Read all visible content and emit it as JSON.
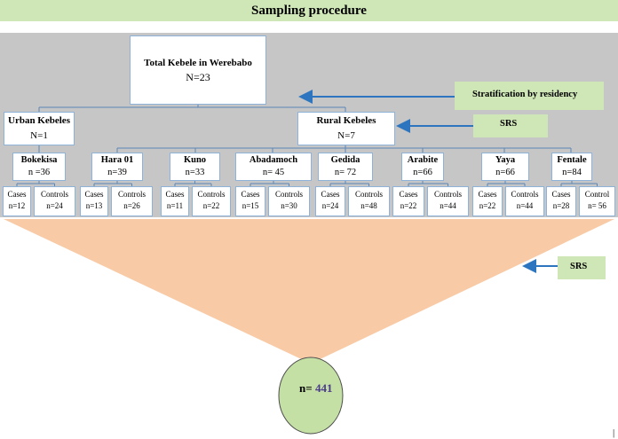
{
  "title": "Sampling procedure",
  "root": {
    "label": "Total Kebele in Werebabo",
    "n": "N=23"
  },
  "urban": {
    "label": "Urban Kebeles",
    "n": "N=1"
  },
  "rural": {
    "label": "Rural Kebeles",
    "n": "N=7"
  },
  "annotations": {
    "stratification": "Stratification by residency",
    "srs1": "SRS",
    "srs2": "SRS"
  },
  "kebeles": [
    {
      "name": "Bokekisa",
      "n": "n =36",
      "cases": "Cases",
      "cases_n": "n=12",
      "controls": "Controls",
      "controls_n": "n=24"
    },
    {
      "name": "Hara 01",
      "n": "n=39",
      "cases": "Cases",
      "cases_n": "n=13",
      "controls": "Controls",
      "controls_n": "n=26"
    },
    {
      "name": "Kuno",
      "n": "n=33",
      "cases": "Cases",
      "cases_n": "n=11",
      "controls": "Controls",
      "controls_n": "n=22"
    },
    {
      "name": "Abadamoch",
      "n": "n= 45",
      "cases": "Cases",
      "cases_n": "n=15",
      "controls": "Controls",
      "controls_n": "n=30"
    },
    {
      "name": "Gedida",
      "n": "n= 72",
      "cases": "Cases",
      "cases_n": "n=24",
      "controls": "Controls",
      "controls_n": "n=48"
    },
    {
      "name": "Arabite",
      "n": "n=66",
      "cases": "Cases",
      "cases_n": "n=22",
      "controls": "Controls",
      "controls_n": "n=44"
    },
    {
      "name": "Yaya",
      "n": "n=66",
      "cases": "Cases",
      "cases_n": "n=22",
      "controls": "Controls",
      "controls_n": "n=44"
    },
    {
      "name": "Fentale",
      "n": "n=84",
      "cases": "Cases",
      "cases_n": "n=28",
      "controls": "Control",
      "controls_n": "n= 56"
    }
  ],
  "total": {
    "label": "n=",
    "value": "441"
  },
  "colors": {
    "title_bg": "#cfe6b6",
    "panel_bg": "#c6c6c6",
    "funnel": "#f8caa6",
    "circle": "#c5e0a5",
    "arrow": "#2e75c0",
    "total_value": "#4b3a8c"
  }
}
